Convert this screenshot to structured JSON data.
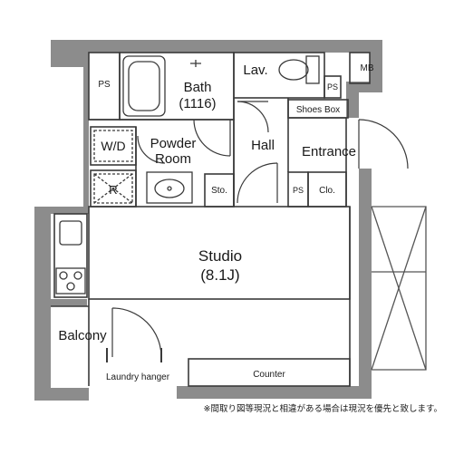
{
  "rooms": {
    "ps_top": "PS",
    "bath": "Bath",
    "bath_size": "(1116)",
    "lav": "Lav.",
    "mb": "MB",
    "ps_small": "PS",
    "shoes_box": "Shoes Box",
    "wd": "W/D",
    "powder": "Powder",
    "powder2": "Room",
    "hall": "Hall",
    "entrance": "Entrance",
    "r": "R",
    "sto": "Sto.",
    "ps_clo": "PS",
    "clo": "Clo.",
    "studio": "Studio",
    "studio_size": "(8.1J)",
    "balcony": "Balcony",
    "laundry": "Laundry hanger",
    "counter": "Counter"
  },
  "note": "※間取り図等現況と相違がある場合は現況を優先と致します。",
  "colors": {
    "wall": "#8c8c8c",
    "line": "#3a3a3a",
    "text": "#1a1a1a"
  }
}
